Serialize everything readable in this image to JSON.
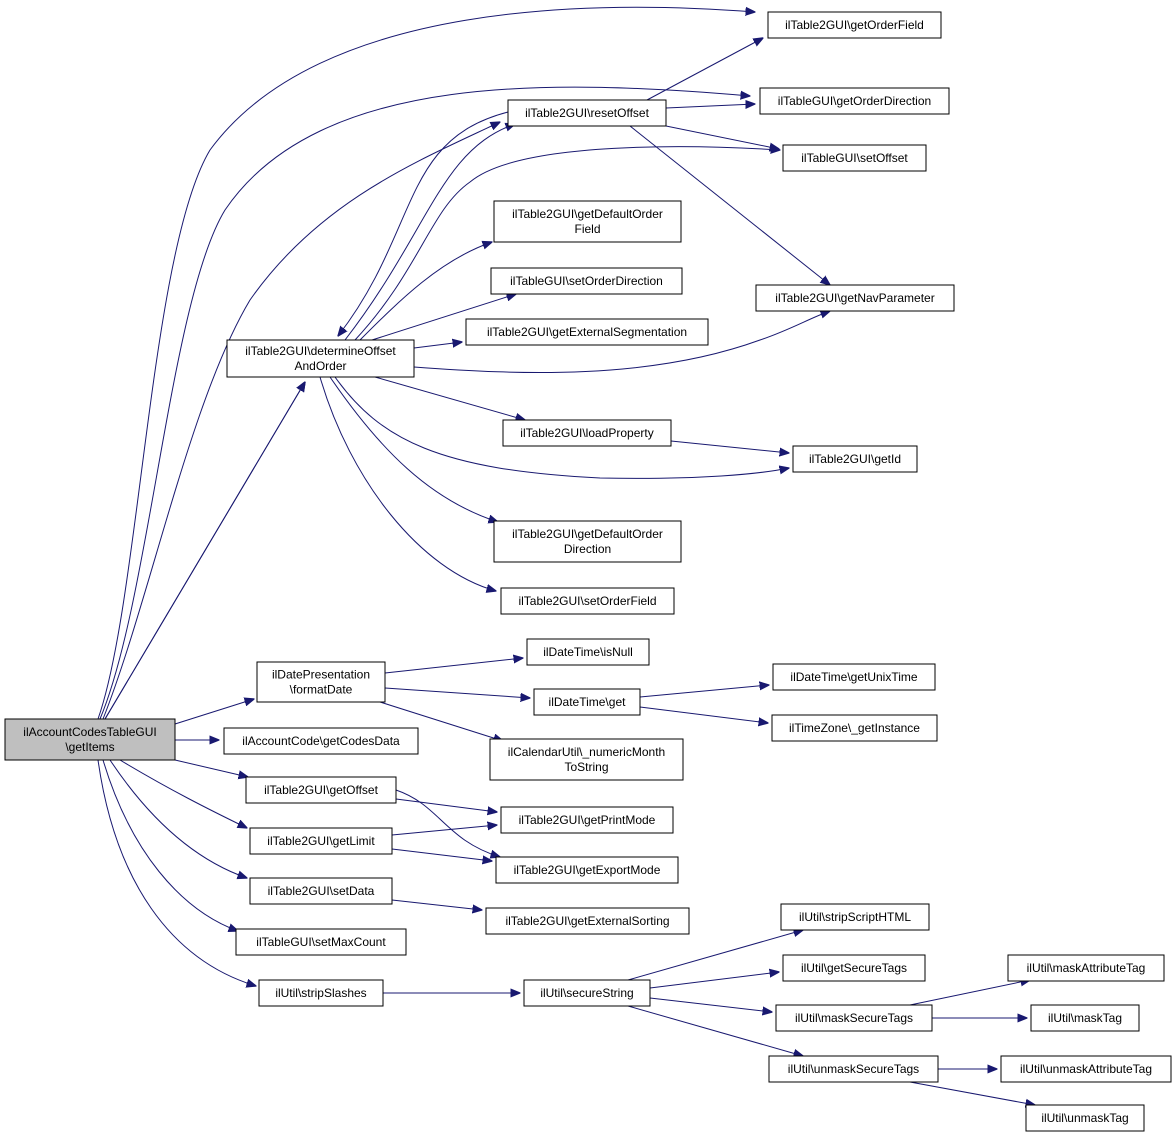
{
  "diagram": {
    "nodes": [
      {
        "id": "root",
        "label": [
          "ilAccountCodesTableGUI",
          "\\getItems"
        ]
      },
      {
        "id": "n_getOrderField",
        "label": [
          "ilTable2GUI\\getOrderField"
        ]
      },
      {
        "id": "n_getOrderDirection",
        "label": [
          "ilTableGUI\\getOrderDirection"
        ]
      },
      {
        "id": "n_resetOffset",
        "label": [
          "ilTable2GUI\\resetOffset"
        ]
      },
      {
        "id": "n_setOffset",
        "label": [
          "ilTableGUI\\setOffset"
        ]
      },
      {
        "id": "n_getDefaultOrderField",
        "label": [
          "ilTable2GUI\\getDefaultOrder",
          "Field"
        ]
      },
      {
        "id": "n_setOrderDirection",
        "label": [
          "ilTableGUI\\setOrderDirection"
        ]
      },
      {
        "id": "n_getNavParameter",
        "label": [
          "ilTable2GUI\\getNavParameter"
        ]
      },
      {
        "id": "n_getExternalSegmentation",
        "label": [
          "ilTable2GUI\\getExternalSegmentation"
        ]
      },
      {
        "id": "n_determineOffsetAndOrder",
        "label": [
          "ilTable2GUI\\determineOffset",
          "AndOrder"
        ]
      },
      {
        "id": "n_loadProperty",
        "label": [
          "ilTable2GUI\\loadProperty"
        ]
      },
      {
        "id": "n_getId",
        "label": [
          "ilTable2GUI\\getId"
        ]
      },
      {
        "id": "n_getDefaultOrderDirection",
        "label": [
          "ilTable2GUI\\getDefaultOrder",
          "Direction"
        ]
      },
      {
        "id": "n_setOrderField",
        "label": [
          "ilTable2GUI\\setOrderField"
        ]
      },
      {
        "id": "n_isNull",
        "label": [
          "ilDateTime\\isNull"
        ]
      },
      {
        "id": "n_formatDate",
        "label": [
          "ilDatePresentation",
          "\\formatDate"
        ]
      },
      {
        "id": "n_getUnixTime",
        "label": [
          "ilDateTime\\getUnixTime"
        ]
      },
      {
        "id": "n_get",
        "label": [
          "ilDateTime\\get"
        ]
      },
      {
        "id": "n_getInstance",
        "label": [
          "ilTimeZone\\_getInstance"
        ]
      },
      {
        "id": "n_getCodesData",
        "label": [
          "ilAccountCode\\getCodesData"
        ]
      },
      {
        "id": "n_numericMonthToString",
        "label": [
          "ilCalendarUtil\\_numericMonth",
          "ToString"
        ]
      },
      {
        "id": "n_getOffset",
        "label": [
          "ilTable2GUI\\getOffset"
        ]
      },
      {
        "id": "n_getPrintMode",
        "label": [
          "ilTable2GUI\\getPrintMode"
        ]
      },
      {
        "id": "n_getLimit",
        "label": [
          "ilTable2GUI\\getLimit"
        ]
      },
      {
        "id": "n_getExportMode",
        "label": [
          "ilTable2GUI\\getExportMode"
        ]
      },
      {
        "id": "n_setData",
        "label": [
          "ilTable2GUI\\setData"
        ]
      },
      {
        "id": "n_getExternalSorting",
        "label": [
          "ilTable2GUI\\getExternalSorting"
        ]
      },
      {
        "id": "n_setMaxCount",
        "label": [
          "ilTableGUI\\setMaxCount"
        ]
      },
      {
        "id": "n_stripScriptHTML",
        "label": [
          "ilUtil\\stripScriptHTML"
        ]
      },
      {
        "id": "n_getSecureTags",
        "label": [
          "ilUtil\\getSecureTags"
        ]
      },
      {
        "id": "n_maskAttributeTag",
        "label": [
          "ilUtil\\maskAttributeTag"
        ]
      },
      {
        "id": "n_stripSlashes",
        "label": [
          "ilUtil\\stripSlashes"
        ]
      },
      {
        "id": "n_secureString",
        "label": [
          "ilUtil\\secureString"
        ]
      },
      {
        "id": "n_maskSecureTags",
        "label": [
          "ilUtil\\maskSecureTags"
        ]
      },
      {
        "id": "n_maskTag",
        "label": [
          "ilUtil\\maskTag"
        ]
      },
      {
        "id": "n_unmaskSecureTags",
        "label": [
          "ilUtil\\unmaskSecureTags"
        ]
      },
      {
        "id": "n_unmaskAttributeTag",
        "label": [
          "ilUtil\\unmaskAttributeTag"
        ]
      },
      {
        "id": "n_unmaskTag",
        "label": [
          "ilUtil\\unmaskTag"
        ]
      }
    ],
    "edges": [
      {
        "from": "root",
        "to": "n_getOrderField"
      },
      {
        "from": "root",
        "to": "n_getOrderDirection"
      },
      {
        "from": "root",
        "to": "n_resetOffset"
      },
      {
        "from": "root",
        "to": "n_setOffset"
      },
      {
        "from": "root",
        "to": "n_determineOffsetAndOrder"
      },
      {
        "from": "root",
        "to": "n_formatDate"
      },
      {
        "from": "root",
        "to": "n_getCodesData"
      },
      {
        "from": "root",
        "to": "n_getOffset"
      },
      {
        "from": "root",
        "to": "n_getLimit"
      },
      {
        "from": "root",
        "to": "n_setData"
      },
      {
        "from": "root",
        "to": "n_setMaxCount"
      },
      {
        "from": "root",
        "to": "n_stripSlashes"
      },
      {
        "from": "n_resetOffset",
        "to": "n_getOrderField"
      },
      {
        "from": "n_resetOffset",
        "to": "n_getOrderDirection"
      },
      {
        "from": "n_resetOffset",
        "to": "n_setOffset"
      },
      {
        "from": "n_resetOffset",
        "to": "n_getNavParameter"
      },
      {
        "from": "n_resetOffset",
        "to": "n_determineOffsetAndOrder"
      },
      {
        "from": "n_determineOffsetAndOrder",
        "to": "n_resetOffset"
      },
      {
        "from": "n_determineOffsetAndOrder",
        "to": "n_setOffset"
      },
      {
        "from": "n_determineOffsetAndOrder",
        "to": "n_getDefaultOrderField"
      },
      {
        "from": "n_determineOffsetAndOrder",
        "to": "n_setOrderDirection"
      },
      {
        "from": "n_determineOffsetAndOrder",
        "to": "n_getExternalSegmentation"
      },
      {
        "from": "n_determineOffsetAndOrder",
        "to": "n_getNavParameter"
      },
      {
        "from": "n_determineOffsetAndOrder",
        "to": "n_loadProperty"
      },
      {
        "from": "n_determineOffsetAndOrder",
        "to": "n_getId"
      },
      {
        "from": "n_determineOffsetAndOrder",
        "to": "n_getDefaultOrderDirection"
      },
      {
        "from": "n_determineOffsetAndOrder",
        "to": "n_setOrderField"
      },
      {
        "from": "n_loadProperty",
        "to": "n_getId"
      },
      {
        "from": "n_formatDate",
        "to": "n_isNull"
      },
      {
        "from": "n_formatDate",
        "to": "n_get"
      },
      {
        "from": "n_formatDate",
        "to": "n_numericMonthToString"
      },
      {
        "from": "n_get",
        "to": "n_getUnixTime"
      },
      {
        "from": "n_get",
        "to": "n_getInstance"
      },
      {
        "from": "n_getOffset",
        "to": "n_getPrintMode"
      },
      {
        "from": "n_getOffset",
        "to": "n_getExportMode"
      },
      {
        "from": "n_getLimit",
        "to": "n_getPrintMode"
      },
      {
        "from": "n_getLimit",
        "to": "n_getExportMode"
      },
      {
        "from": "n_setData",
        "to": "n_getExternalSorting"
      },
      {
        "from": "n_stripSlashes",
        "to": "n_secureString"
      },
      {
        "from": "n_secureString",
        "to": "n_stripScriptHTML"
      },
      {
        "from": "n_secureString",
        "to": "n_getSecureTags"
      },
      {
        "from": "n_secureString",
        "to": "n_maskSecureTags"
      },
      {
        "from": "n_secureString",
        "to": "n_unmaskSecureTags"
      },
      {
        "from": "n_maskSecureTags",
        "to": "n_maskAttributeTag"
      },
      {
        "from": "n_maskSecureTags",
        "to": "n_maskTag"
      },
      {
        "from": "n_unmaskSecureTags",
        "to": "n_unmaskAttributeTag"
      },
      {
        "from": "n_unmaskSecureTags",
        "to": "n_unmaskTag"
      }
    ],
    "colors": {
      "edge": "#191970",
      "node_border": "#000000",
      "node_fill": "#ffffff",
      "root_fill": "#bfbfbf"
    }
  }
}
